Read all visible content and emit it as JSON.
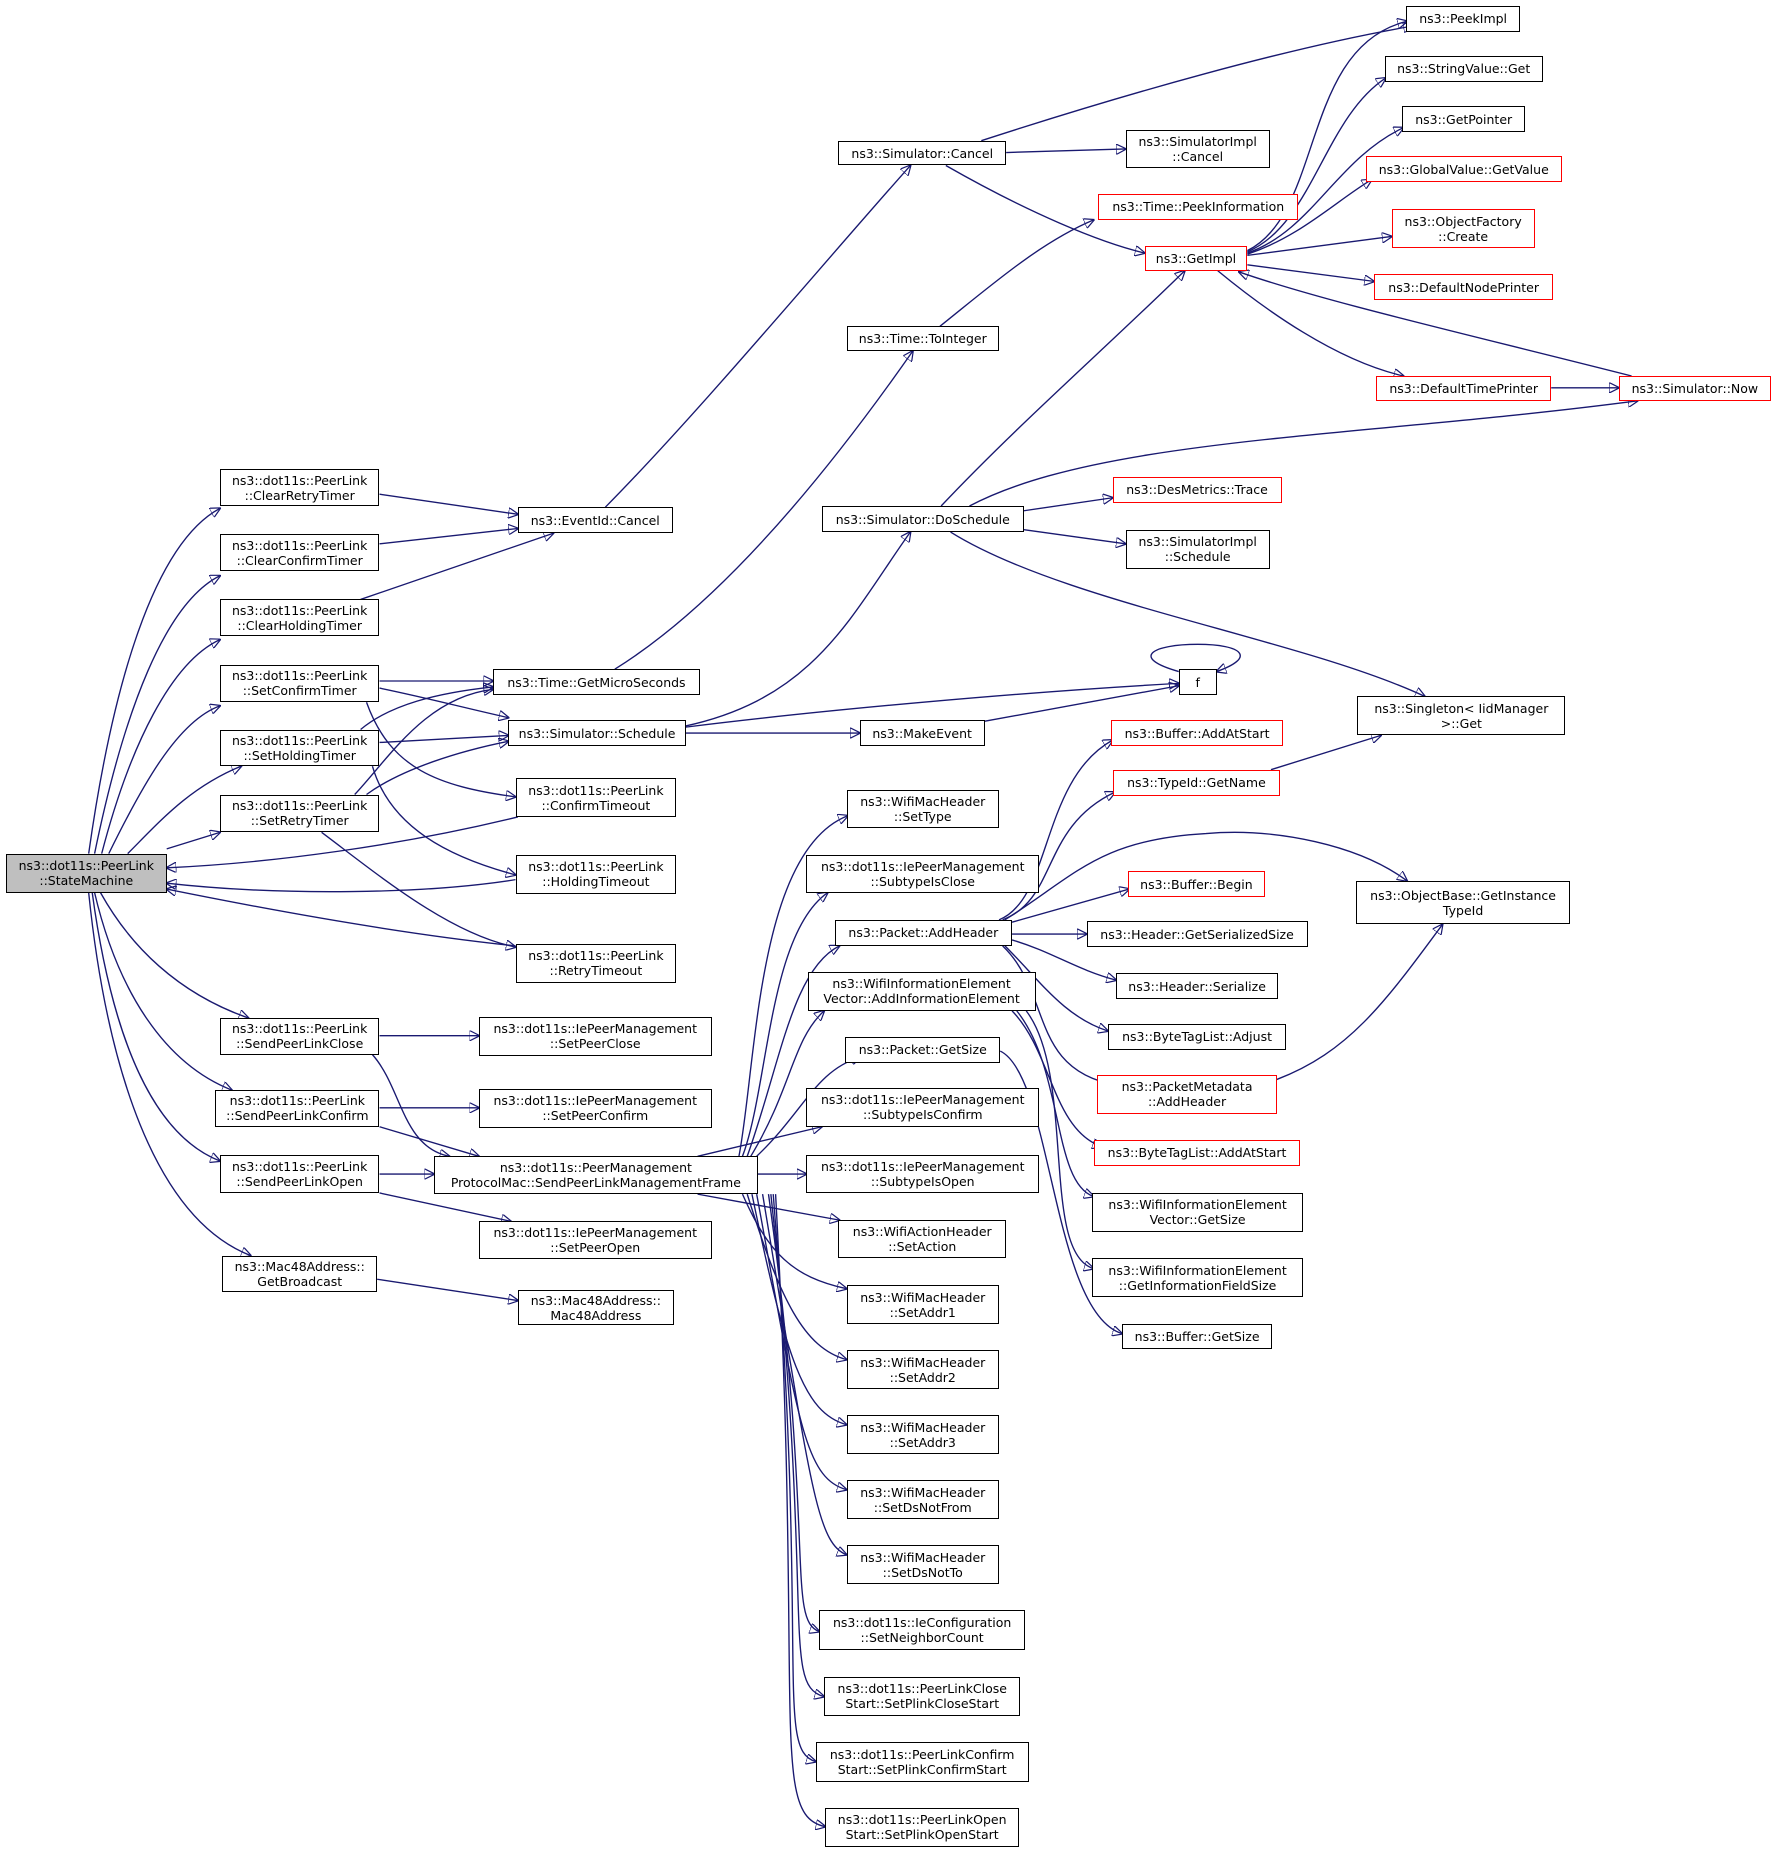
{
  "nodes": {
    "statemachine": [
      "ns3::dot11s::PeerLink",
      "::StateMachine"
    ],
    "clearretry": [
      "ns3::dot11s::PeerLink",
      "::ClearRetryTimer"
    ],
    "clearconfirm": [
      "ns3::dot11s::PeerLink",
      "::ClearConfirmTimer"
    ],
    "clearholding": [
      "ns3::dot11s::PeerLink",
      "::ClearHoldingTimer"
    ],
    "setconfirm": [
      "ns3::dot11s::PeerLink",
      "::SetConfirmTimer"
    ],
    "setholding": [
      "ns3::dot11s::PeerLink",
      "::SetHoldingTimer"
    ],
    "setretry": [
      "ns3::dot11s::PeerLink",
      "::SetRetryTimer"
    ],
    "sendclose": [
      "ns3::dot11s::PeerLink",
      "::SendPeerLinkClose"
    ],
    "sendconfirm": [
      "ns3::dot11s::PeerLink",
      "::SendPeerLinkConfirm"
    ],
    "sendopen": [
      "ns3::dot11s::PeerLink",
      "::SendPeerLinkOpen"
    ],
    "getbroadcast": [
      "ns3::Mac48Address::",
      "GetBroadcast"
    ],
    "eventcancel": [
      "ns3::EventId::Cancel"
    ],
    "getmicro": [
      "ns3::Time::GetMicroSeconds"
    ],
    "simschedule": [
      "ns3::Simulator::Schedule"
    ],
    "confirmtimeout": [
      "ns3::dot11s::PeerLink",
      "::ConfirmTimeout"
    ],
    "holdingtimeout": [
      "ns3::dot11s::PeerLink",
      "::HoldingTimeout"
    ],
    "retrytimeout": [
      "ns3::dot11s::PeerLink",
      "::RetryTimeout"
    ],
    "setpeerclose": [
      "ns3::dot11s::IePeerManagement",
      "::SetPeerClose"
    ],
    "setpeerconfirm": [
      "ns3::dot11s::IePeerManagement",
      "::SetPeerConfirm"
    ],
    "sendmgmt": [
      "ns3::dot11s::PeerManagement",
      "ProtocolMac::SendPeerLinkManagementFrame"
    ],
    "setpeeropen": [
      "ns3::dot11s::IePeerManagement",
      "::SetPeerOpen"
    ],
    "mac48": [
      "ns3::Mac48Address::",
      "Mac48Address"
    ],
    "simcancel": [
      "ns3::Simulator::Cancel"
    ],
    "timetointeger": [
      "ns3::Time::ToInteger"
    ],
    "doschedule": [
      "ns3::Simulator::DoSchedule"
    ],
    "makeevent": [
      "ns3::MakeEvent"
    ],
    "settype": [
      "ns3::WifiMacHeader",
      "::SetType"
    ],
    "subtypeclose": [
      "ns3::dot11s::IePeerManagement",
      "::SubtypeIsClose"
    ],
    "addheader": [
      "ns3::Packet::AddHeader"
    ],
    "addinfoelem": [
      "ns3::WifiInformationElement",
      "Vector::AddInformationElement"
    ],
    "packetgetsize": [
      "ns3::Packet::GetSize"
    ],
    "subtypeconfirm": [
      "ns3::dot11s::IePeerManagement",
      "::SubtypeIsConfirm"
    ],
    "subtypeopen": [
      "ns3::dot11s::IePeerManagement",
      "::SubtypeIsOpen"
    ],
    "setaction": [
      "ns3::WifiActionHeader",
      "::SetAction"
    ],
    "setaddr1": [
      "ns3::WifiMacHeader",
      "::SetAddr1"
    ],
    "setaddr2": [
      "ns3::WifiMacHeader",
      "::SetAddr2"
    ],
    "setaddr3": [
      "ns3::WifiMacHeader",
      "::SetAddr3"
    ],
    "setdsnotfrom": [
      "ns3::WifiMacHeader",
      "::SetDsNotFrom"
    ],
    "setdsnotto": [
      "ns3::WifiMacHeader",
      "::SetDsNotTo"
    ],
    "setneighbor": [
      "ns3::dot11s::IeConfiguration",
      "::SetNeighborCount"
    ],
    "plinkclose": [
      "ns3::dot11s::PeerLinkClose",
      "Start::SetPlinkCloseStart"
    ],
    "plinkconfirm": [
      "ns3::dot11s::PeerLinkConfirm",
      "Start::SetPlinkConfirmStart"
    ],
    "plinkopen": [
      "ns3::dot11s::PeerLinkOpen",
      "Start::SetPlinkOpenStart"
    ],
    "simimplcancel": [
      "ns3::SimulatorImpl",
      "::Cancel"
    ],
    "peekinfo": [
      "ns3::Time::PeekInformation"
    ],
    "getimpl": [
      "ns3::GetImpl"
    ],
    "desmetrics": [
      "ns3::DesMetrics::Trace"
    ],
    "simimplschedule": [
      "ns3::SimulatorImpl",
      "::Schedule"
    ],
    "f": [
      "f"
    ],
    "bufaddatstart": [
      "ns3::Buffer::AddAtStart"
    ],
    "typeidgetname": [
      "ns3::TypeId::GetName"
    ],
    "bufbegin": [
      "ns3::Buffer::Begin"
    ],
    "hdrserialsize": [
      "ns3::Header::GetSerializedSize"
    ],
    "hdrserialize": [
      "ns3::Header::Serialize"
    ],
    "bytetagadjust": [
      "ns3::ByteTagList::Adjust"
    ],
    "pktmetaaddheader": [
      "ns3::PacketMetadata",
      "::AddHeader"
    ],
    "bytetagaddatstart": [
      "ns3::ByteTagList::AddAtStart"
    ],
    "wievgetsize": [
      "ns3::WifiInformationElement",
      "Vector::GetSize"
    ],
    "wiegetinfosize": [
      "ns3::WifiInformationElement",
      "::GetInformationFieldSize"
    ],
    "bufgetsize": [
      "ns3::Buffer::GetSize"
    ],
    "peekimpl": [
      "ns3::PeekImpl"
    ],
    "stringvalueget": [
      "ns3::StringValue::Get"
    ],
    "getpointer": [
      "ns3::GetPointer"
    ],
    "globalvalue": [
      "ns3::GlobalValue::GetValue"
    ],
    "objectfactory": [
      "ns3::ObjectFactory",
      "::Create"
    ],
    "defaultnode": [
      "ns3::DefaultNodePrinter"
    ],
    "defaulttime": [
      "ns3::DefaultTimePrinter"
    ],
    "simnow": [
      "ns3::Simulator::Now"
    ],
    "singleton": [
      "ns3::Singleton< IidManager",
      " >::Get"
    ],
    "objectbase": [
      "ns3::ObjectBase::GetInstance",
      "TypeId"
    ]
  },
  "colors": {
    "edge": "#191970",
    "border": "#000000",
    "border_incomplete": "#ff0000",
    "root_fill": "#bfbfbf"
  }
}
